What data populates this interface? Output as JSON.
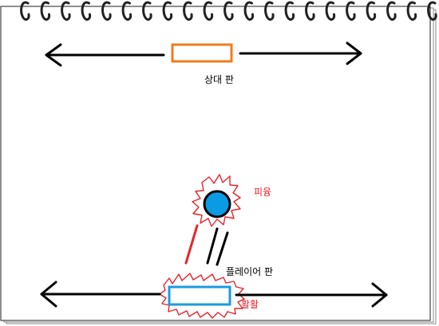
{
  "labels": {
    "opponent_paddle": "상대 판",
    "player_paddle": "플레이어 판",
    "ball_sound": "피융",
    "paddle_sound": "활활"
  },
  "colors": {
    "arrow": "#000000",
    "opponent_paddle": "#f07c1a",
    "player_paddle": "#1a9be0",
    "ball": "#0b9be3",
    "effect": "#e8232a",
    "label_text": "#000000",
    "sound_text": "#e8232a",
    "notebook_border": "#555555",
    "spiral": "#222222"
  },
  "icons": {
    "spiral_binding": "spiral-ring-icon",
    "left_arrow": "arrow-left-icon",
    "right_arrow": "arrow-right-icon",
    "ball": "ball-icon",
    "spark": "spark-burst-icon"
  }
}
